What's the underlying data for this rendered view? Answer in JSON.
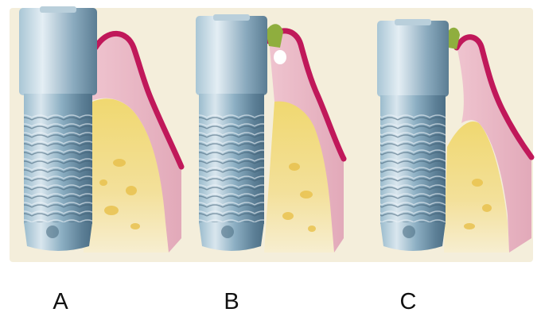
{
  "figure": {
    "panels": [
      {
        "id": "A",
        "label": "A"
      },
      {
        "id": "B",
        "label": "B"
      },
      {
        "id": "C",
        "label": "C"
      }
    ],
    "colors": {
      "background_wash": "#f3ecd6",
      "implant_metal": "#7fa3b8",
      "implant_highlight": "#d9e6ee",
      "implant_shadow": "#4d6f86",
      "bone": "#f0d870",
      "bone_pale": "#f6ecc4",
      "bone_spots": "#e8c04a",
      "gingiva": "#e8b4c2",
      "gingiva_edge": "#c0185a",
      "calculus": "#8fae3e",
      "label_text": "#111111"
    }
  }
}
